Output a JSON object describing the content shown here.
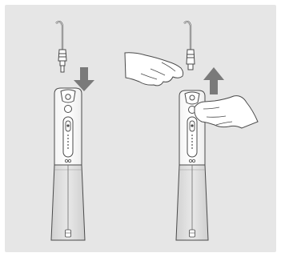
{
  "colors": {
    "background": "#e6e6e6",
    "device_body": "#ffffff",
    "device_outline": "#4a4a4a",
    "tank": "#dcdcdc",
    "tank_dark": "#c8c8c8",
    "arrow": "#7a7a7a",
    "hand": "#ffffff"
  },
  "panels": [
    {
      "step": "insert-tip",
      "arrow_direction": "down",
      "icons": [
        "nozzle-tip-icon",
        "arrow-down-icon",
        "water-flosser-icon"
      ]
    },
    {
      "step": "remove-tip",
      "arrow_direction": "up",
      "icons": [
        "hand-icon",
        "nozzle-tip-icon",
        "arrow-up-icon",
        "release-button-icon",
        "water-flosser-icon"
      ]
    }
  ]
}
